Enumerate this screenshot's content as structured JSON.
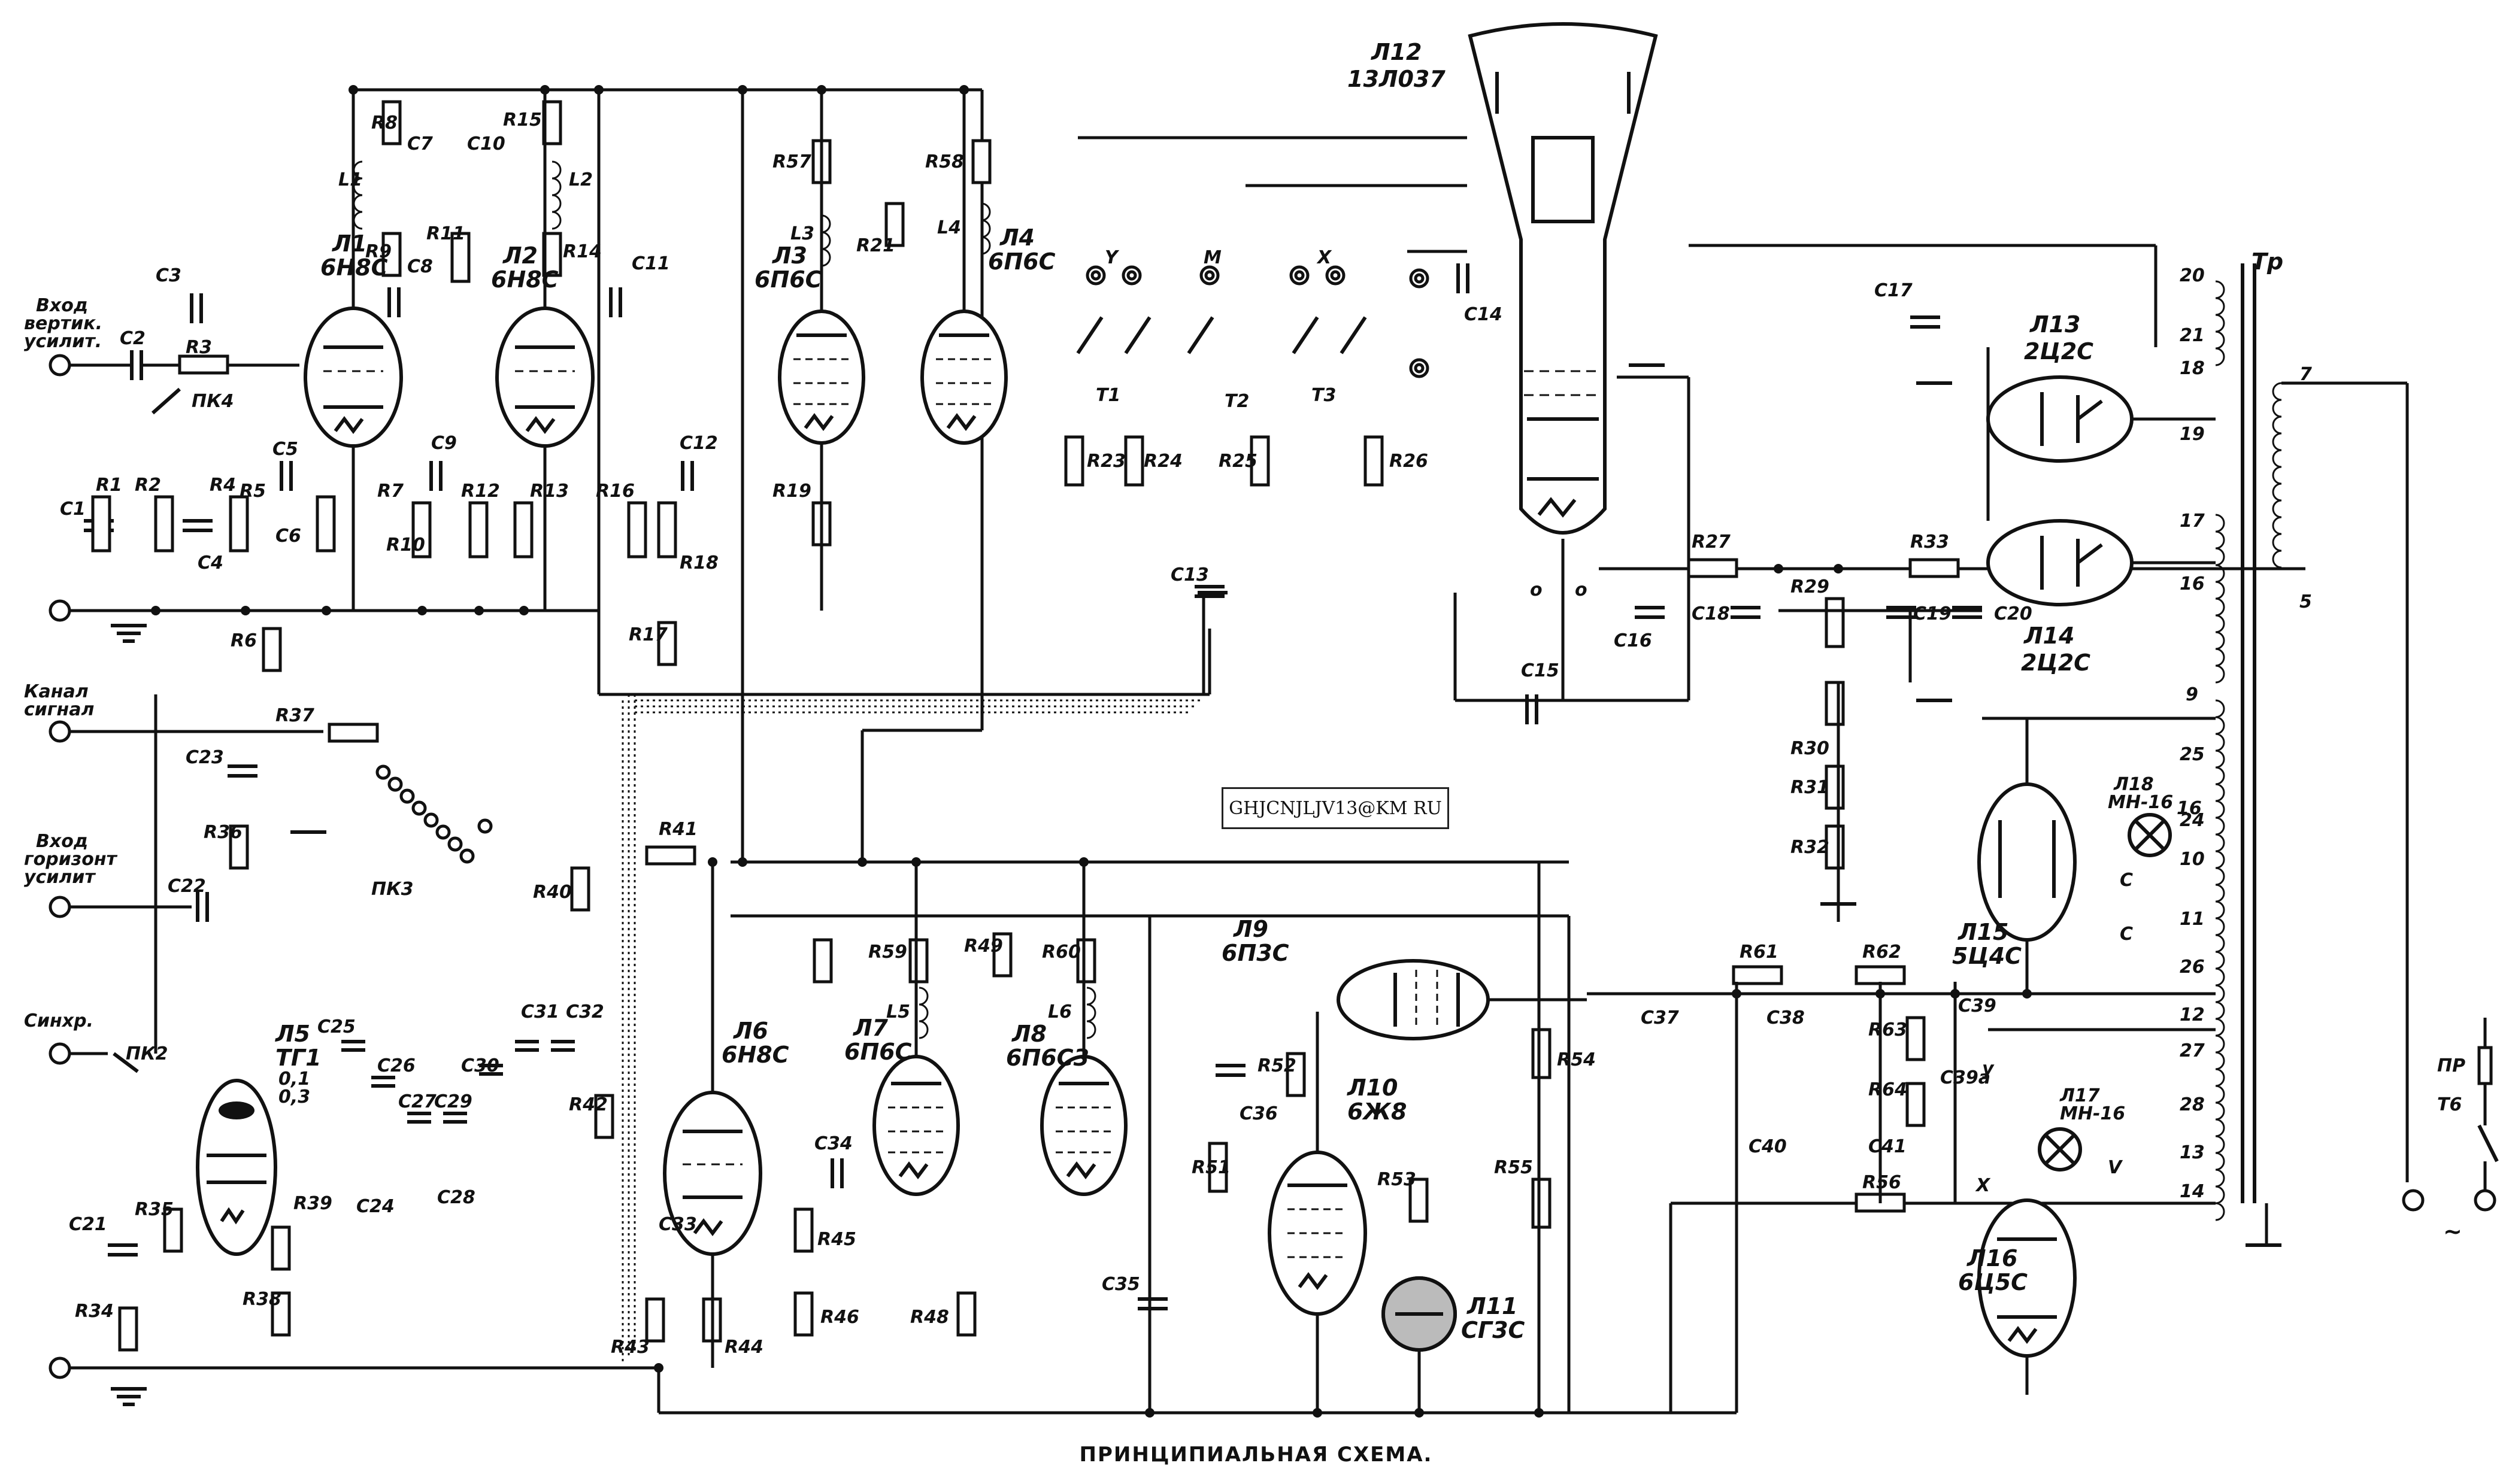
{
  "caption": "ПРИНЦИПИАЛЬНАЯ СХЕМА.",
  "watermark": "GHJCNJLJV13@KM RU",
  "inputs": {
    "vertical": [
      "Вход",
      "вертик.",
      "усилит."
    ],
    "channel": [
      "Канал",
      "сигнал"
    ],
    "horizontal": [
      "Вход",
      "горизонт",
      "усилит"
    ],
    "sync": "Синхр."
  },
  "tubes": {
    "L1": [
      "Л1",
      "6Н8С"
    ],
    "L2": [
      "Л2",
      "6Н8С"
    ],
    "L3": [
      "Л3",
      "6П6С"
    ],
    "L4": [
      "Л4",
      "6П6С"
    ],
    "L5": [
      "Л5",
      "ТГ1",
      "0,1",
      "0,3"
    ],
    "L6": [
      "Л6",
      "6Н8С"
    ],
    "L7": [
      "Л7",
      "6П6С"
    ],
    "L8": [
      "Л8",
      "6П6С3"
    ],
    "L9": [
      "Л9",
      "6П3С"
    ],
    "L10": [
      "Л10",
      "6Ж8"
    ],
    "L11": [
      "Л11",
      "СГ3С"
    ],
    "L12": [
      "Л12",
      "13Л037"
    ],
    "L13": [
      "Л13",
      "2Ц2С"
    ],
    "L14": [
      "Л14",
      "2Ц2С"
    ],
    "L15": [
      "Л15",
      "5Ц4С"
    ],
    "L16": [
      "Л16",
      "6Ц5С"
    ],
    "L17": [
      "Л17",
      "МН-16"
    ],
    "L18": [
      "Л18",
      "МН-16"
    ]
  },
  "resistors": [
    "R1",
    "R2",
    "R3",
    "R4",
    "R5",
    "R6",
    "R7",
    "R8",
    "R9",
    "R10",
    "R11",
    "R12",
    "R13",
    "R14",
    "R15",
    "R16",
    "R17",
    "R18",
    "R19",
    "R21",
    "R23",
    "R24",
    "R25",
    "R26",
    "R27",
    "R29",
    "R30",
    "R31",
    "R32",
    "R33",
    "R34",
    "R35",
    "R36",
    "R37",
    "R38",
    "R39",
    "R40",
    "R41",
    "R42",
    "R43",
    "R44",
    "R45",
    "R46",
    "R48",
    "R49",
    "R51",
    "R52",
    "R53",
    "R54",
    "R55",
    "R56",
    "R57",
    "R58",
    "R59",
    "R60",
    "R61",
    "R62",
    "R63",
    "R64"
  ],
  "capacitors": [
    "C1",
    "C2",
    "C3",
    "C4",
    "C5",
    "C6",
    "C7",
    "C8",
    "C9",
    "C10",
    "C11",
    "C12",
    "C13",
    "C14",
    "C15",
    "C16",
    "C17",
    "C18",
    "C19",
    "C20",
    "C21",
    "C22",
    "C23",
    "C24",
    "C25",
    "C26",
    "C27",
    "C28",
    "C29",
    "C30",
    "C31",
    "C32",
    "C33",
    "C34",
    "C35",
    "C36",
    "C37",
    "C38",
    "C39",
    "C39a",
    "C40",
    "C41"
  ],
  "inductors": [
    "L1",
    "L2",
    "L3",
    "L4",
    "L5",
    "L6"
  ],
  "switches": [
    "ПК2",
    "ПК3",
    "ПК4",
    "Т1",
    "Т2",
    "Т3",
    "Т6",
    "ПР"
  ],
  "transformer": {
    "name": "Тр",
    "taps": [
      "20",
      "21",
      "18",
      "19",
      "17",
      "16",
      "9",
      "25",
      "16",
      "24",
      "10",
      "11",
      "26",
      "12",
      "27",
      "28",
      "13",
      "14",
      "7",
      "5"
    ]
  },
  "tap_letters": [
    "С",
    "С",
    "у",
    "Х",
    "V",
    "X",
    "Y",
    "M",
    "о",
    "о"
  ],
  "mains_symbol": "~"
}
